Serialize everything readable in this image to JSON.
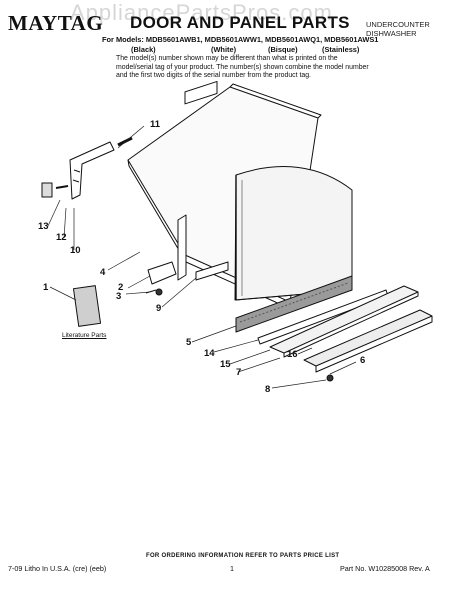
{
  "watermark": "AppliancePartsPros.com",
  "header": {
    "brand": "MAYTAG",
    "title": "DOOR AND PANEL PARTS",
    "product_type_line1": "UNDERCOUNTER",
    "product_type_line2": "DISHWASHER",
    "models_line": "For Models: MDB5601AWB1, MDB5601AWW1, MDB5601AWQ1, MDB5601AWS1",
    "finishes": [
      "(Black)",
      "(White)",
      "(Bisque)",
      "(Stainless)"
    ],
    "note": "The model(s) number shown may be different than what is printed on the model/serial tag of your product. The number(s) shown combine the model number and the first two digits of the serial number from the product tag."
  },
  "diagram": {
    "callouts": [
      "11",
      "13",
      "12",
      "10",
      "4",
      "2",
      "3",
      "9",
      "1",
      "5",
      "14",
      "15",
      "16",
      "7",
      "6",
      "8"
    ],
    "literature_label": "Literature Parts"
  },
  "footer": {
    "order_info": "FOR ORDERING INFORMATION REFER TO PARTS PRICE LIST",
    "left": "7-09 Litho In U.S.A. (cre) (eeb)",
    "page": "1",
    "right": "Part No. W10285008 Rev. A"
  }
}
